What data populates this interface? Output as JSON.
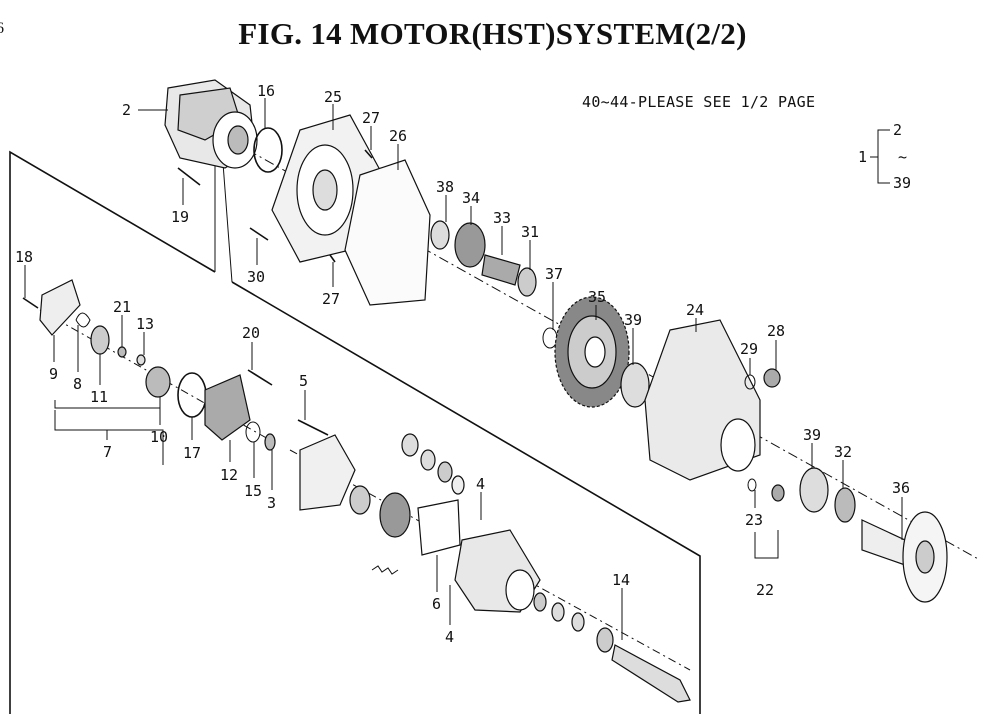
{
  "page_number": "6",
  "title": "FIG. 14  MOTOR(HST)SYSTEM(2/2)",
  "note": "40~44-PLEASE SEE 1/2 PAGE",
  "legend": {
    "assembly": "1",
    "from": "2",
    "tilde": "~",
    "to": "39"
  },
  "callouts": {
    "c2": "2",
    "c16": "16",
    "c25": "25",
    "c27a": "27",
    "c26": "26",
    "c19": "19",
    "c38": "38",
    "c34": "34",
    "c33": "33",
    "c31": "31",
    "c30": "30",
    "c27b": "27",
    "c37": "37",
    "c35": "35",
    "c39a": "39",
    "c24": "24",
    "c28": "28",
    "c29": "29",
    "c18": "18",
    "c21": "21",
    "c13": "13",
    "c9": "9",
    "c8": "8",
    "c11": "11",
    "c10": "10",
    "c7": "7",
    "c17": "17",
    "c20": "20",
    "c12": "12",
    "c15": "15",
    "c3": "3",
    "c5": "5",
    "c4a": "4",
    "c6": "6",
    "c4b": "4",
    "c14": "14",
    "c39b": "39",
    "c32": "32",
    "c36": "36",
    "c23": "23",
    "c22": "22"
  }
}
